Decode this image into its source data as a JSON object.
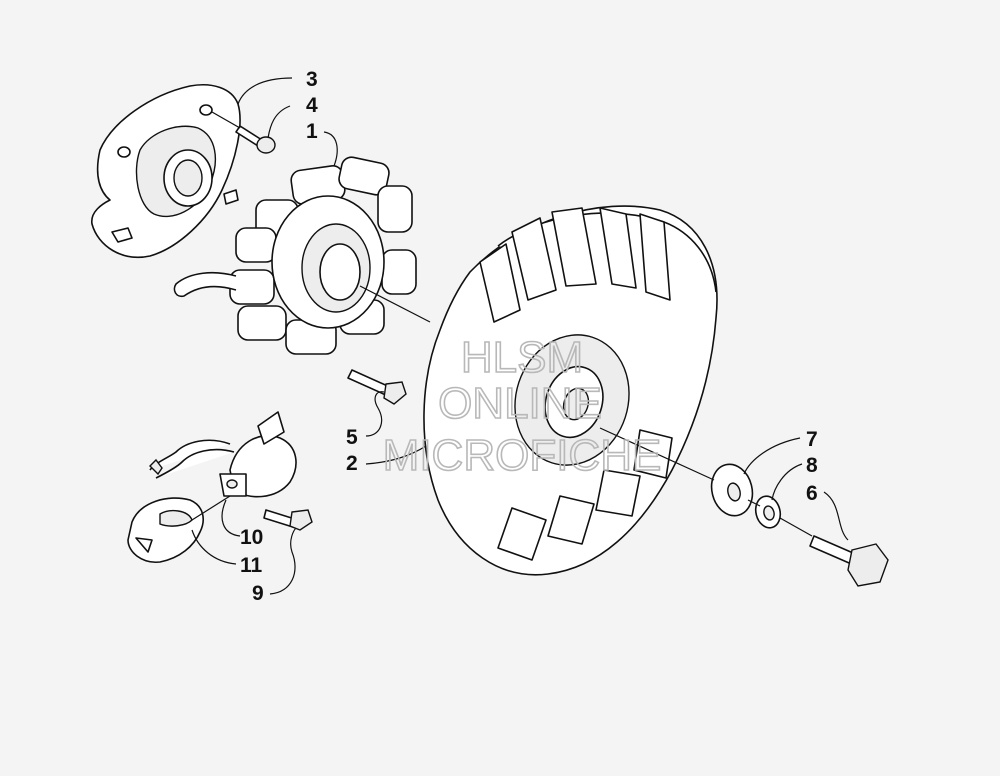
{
  "diagram": {
    "callouts": {
      "c1": "1",
      "c2": "2",
      "c3": "3",
      "c4": "4",
      "c5": "5",
      "c6": "6",
      "c7": "7",
      "c8": "8",
      "c9": "9",
      "c10": "10",
      "c11": "11"
    },
    "watermark": {
      "line1": "HLSM",
      "line2": "ONLINE",
      "line3": "MICROFICHE"
    }
  }
}
